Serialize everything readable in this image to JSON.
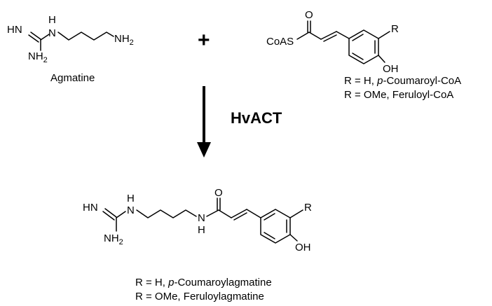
{
  "reactants": {
    "agmatine": {
      "name": "Agmatine",
      "atoms": {
        "imine": "HN",
        "nh": "H",
        "n": "N",
        "nh2_bottom": "NH",
        "nh2_bottom_sub": "2",
        "nh2_end": "NH",
        "nh2_end_sub": "2"
      }
    },
    "plus_sign": "+",
    "acyl_coa": {
      "atoms": {
        "coas": "CoAS",
        "o": "O",
        "r": "R",
        "oh": "OH"
      },
      "variants": [
        {
          "prefix": "R = H, ",
          "italic": "p",
          "suffix": "-Coumaroyl-CoA"
        },
        {
          "prefix": "R = OMe, ",
          "italic": "",
          "suffix": "Feruloyl-CoA"
        }
      ]
    }
  },
  "enzyme": "HvACT",
  "product": {
    "atoms": {
      "imine": "HN",
      "nh1": "H",
      "n1": "N",
      "nh2": "NH",
      "nh2_sub": "2",
      "amide_n": "N",
      "amide_h": "H",
      "o": "O",
      "r": "R",
      "oh": "OH"
    },
    "variants": [
      {
        "prefix": "R = H, ",
        "italic": "p",
        "suffix": "-Coumaroylagmatine"
      },
      {
        "prefix": "R = OMe, ",
        "italic": "",
        "suffix": "Feruloylagmatine"
      }
    ]
  },
  "colors": {
    "ink": "#000000",
    "background": "#ffffff"
  }
}
